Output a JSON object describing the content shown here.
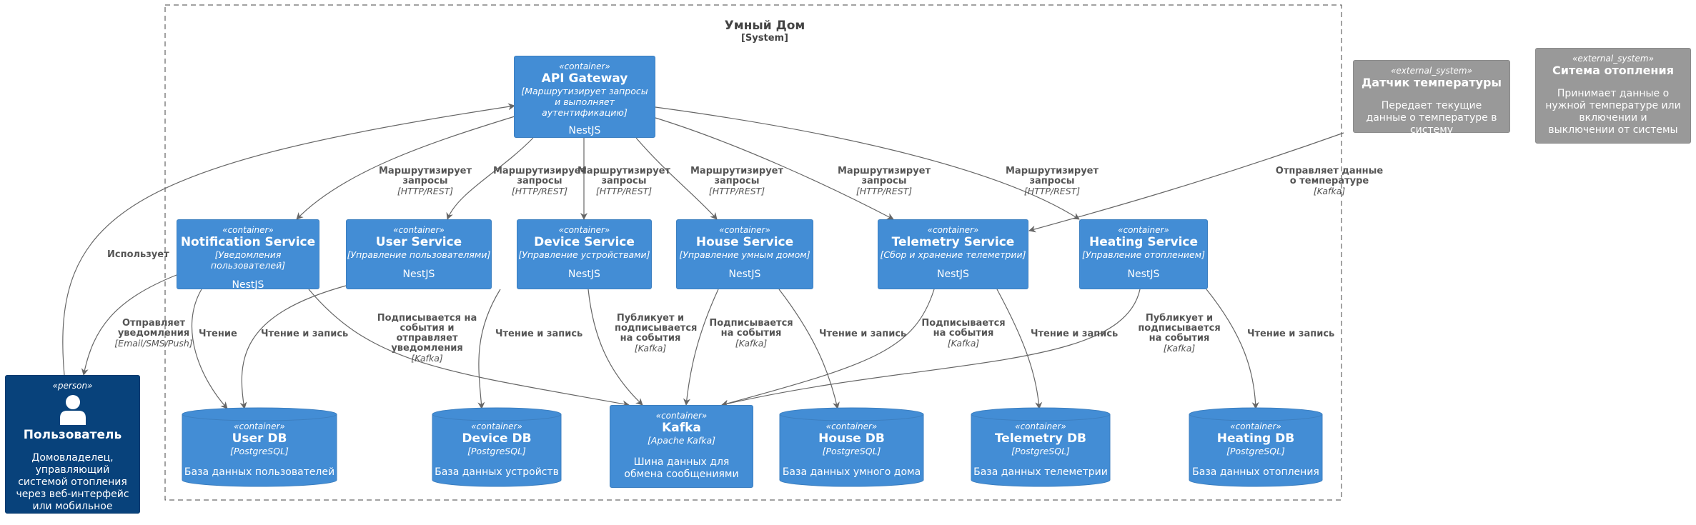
{
  "boundary": {
    "title": "Умный Дом",
    "subtitle": "[System]"
  },
  "colors": {
    "container": "#438dd5",
    "external": "#999999",
    "person": "#08427b",
    "line": "#666666"
  },
  "person": {
    "stereotype": "«person»",
    "title": "Пользователь",
    "description": "Домовладелец, управляющий системой отопления через веб-интерфейс или мобильное приложение",
    "icon": "person-icon"
  },
  "containers": {
    "api": {
      "stereotype": "«container»",
      "title": "API Gateway",
      "tech": "[Маршрутизирует запросы и выполняет аутентификацию]",
      "desc": "NestJS"
    },
    "notification": {
      "stereotype": "«container»",
      "title": "Notification Service",
      "tech": "[Уведомления пользователей]",
      "desc": "NestJS"
    },
    "user": {
      "stereotype": "«container»",
      "title": "User Service",
      "tech": "[Управление пользователями]",
      "desc": "NestJS"
    },
    "device": {
      "stereotype": "«container»",
      "title": "Device Service",
      "tech": "[Управление устройствами]",
      "desc": "NestJS"
    },
    "house": {
      "stereotype": "«container»",
      "title": "House Service",
      "tech": "[Управление умным домом]",
      "desc": "NestJS"
    },
    "telemetry": {
      "stereotype": "«container»",
      "title": "Telemetry Service",
      "tech": "[Сбор и хранение телеметрии]",
      "desc": "NestJS"
    },
    "heating": {
      "stereotype": "«container»",
      "title": "Heating Service",
      "tech": "[Управление отоплением]",
      "desc": "NestJS"
    },
    "kafka": {
      "stereotype": "«container»",
      "title": "Kafka",
      "tech": "[Apache Kafka]",
      "desc": "Шина данных для обмена сообщениями"
    }
  },
  "databases": {
    "userdb": {
      "stereotype": "«container»",
      "title": "User DB",
      "tech": "[PostgreSQL]",
      "desc": "База данных пользователей"
    },
    "devicedb": {
      "stereotype": "«container»",
      "title": "Device DB",
      "tech": "[PostgreSQL]",
      "desc": "База данных устройств"
    },
    "housedb": {
      "stereotype": "«container»",
      "title": "House DB",
      "tech": "[PostgreSQL]",
      "desc": "База данных умного дома"
    },
    "telemetrydb": {
      "stereotype": "«container»",
      "title": "Telemetry DB",
      "tech": "[PostgreSQL]",
      "desc": "База данных телеметрии"
    },
    "heatingdb": {
      "stereotype": "«container»",
      "title": "Heating DB",
      "tech": "[PostgreSQL]",
      "desc": "База данных отопления"
    }
  },
  "externals": {
    "sensor": {
      "stereotype": "«external_system»",
      "title": "Датчик температуры",
      "desc": "Передает текущие данные о температуре в систему"
    },
    "heatsys": {
      "stereotype": "«external_system»",
      "title": "Ситема отопления",
      "desc": "Принимает данные о нужной температуре или включении и выключении от системы"
    }
  },
  "relations": {
    "uses": {
      "label": "Использует",
      "tech": ""
    },
    "r_notif": {
      "label": "Маршрутизирует запросы",
      "tech": "[HTTP/REST]"
    },
    "r_user": {
      "label": "Маршрутизирует запросы",
      "tech": "[HTTP/REST]"
    },
    "r_device": {
      "label": "Маршрутизирует запросы",
      "tech": "[HTTP/REST]"
    },
    "r_house": {
      "label": "Маршрутизирует запросы",
      "tech": "[HTTP/REST]"
    },
    "r_tele": {
      "label": "Маршрутизирует запросы",
      "tech": "[HTTP/REST]"
    },
    "r_heat": {
      "label": "Маршрутизирует запросы",
      "tech": "[HTTP/REST]"
    },
    "sensor_tele": {
      "label": "Отправляет данные о температуре",
      "tech": "[Kafka]"
    },
    "notif_person": {
      "label": "Отправляет уведомления",
      "tech": "[Email/SMS/Push]"
    },
    "notif_userdb": {
      "label": "Чтение",
      "tech": ""
    },
    "user_userdb": {
      "label": "Чтение и запись",
      "tech": ""
    },
    "notif_kafka": {
      "label": "Подписывается на события и отправляет уведомления",
      "tech": "[Kafka]"
    },
    "device_devicedb": {
      "label": "Чтение и запись",
      "tech": ""
    },
    "device_kafka": {
      "label": "Публикует и подписывается на события",
      "tech": "[Kafka]"
    },
    "house_kafka": {
      "label": "Подписывается на события",
      "tech": "[Kafka]"
    },
    "house_housedb": {
      "label": "Чтение и запись",
      "tech": ""
    },
    "tele_kafka": {
      "label": "Подписывается на события",
      "tech": "[Kafka]"
    },
    "tele_teledb": {
      "label": "Чтение и запись",
      "tech": ""
    },
    "heat_kafka": {
      "label": "Публикует и подписывается на события",
      "tech": "[Kafka]"
    },
    "heat_heatdb": {
      "label": "Чтение и запись",
      "tech": ""
    }
  }
}
